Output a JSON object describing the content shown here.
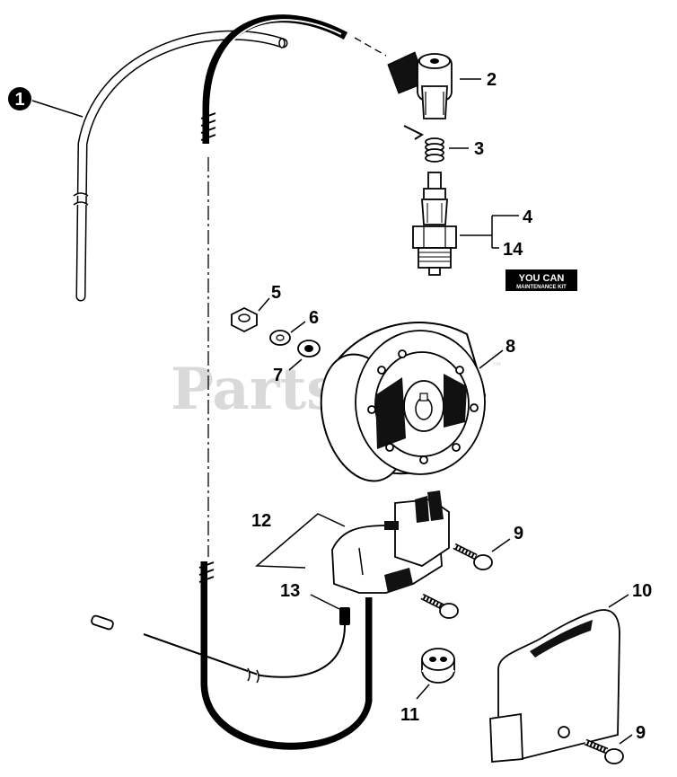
{
  "watermark": {
    "text": "PartsTree",
    "tm": "™"
  },
  "maintenance_badge": {
    "line1": "YOU CAN",
    "line2": "MAINTENANCE KIT"
  },
  "callouts": {
    "c1": "1",
    "c2": "2",
    "c3": "3",
    "c4": "4",
    "c14": "14",
    "c5": "5",
    "c6": "6",
    "c7": "7",
    "c8": "8",
    "c9a": "9",
    "c9b": "9",
    "c10": "10",
    "c11": "11",
    "c12": "12",
    "c13": "13"
  }
}
